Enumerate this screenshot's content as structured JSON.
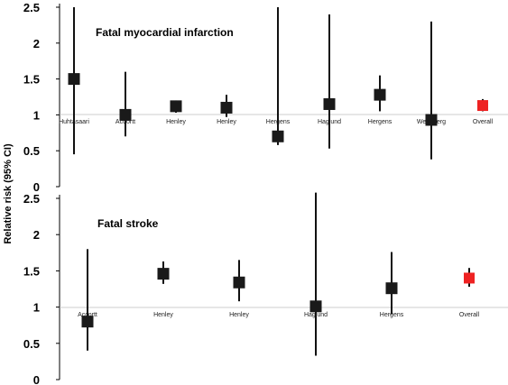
{
  "chart_data": {
    "type": "forest",
    "ylabel": "Relative risk (95% CI)",
    "colors": {
      "study": "#1a1a1a",
      "overall": "#ee2222"
    },
    "panels": [
      {
        "title": "Fatal myocardial infarction",
        "ylim": [
          0,
          2.5
        ],
        "yticks": [
          "0",
          "0.5",
          "1",
          "1.5",
          "2",
          "2.5"
        ],
        "studies": [
          {
            "label": "Huhtasaari",
            "rr": 1.5,
            "lo": 0.45,
            "hi": 2.5,
            "overall": false
          },
          {
            "label": "Acdortt",
            "rr": 1.0,
            "lo": 0.7,
            "hi": 1.6,
            "overall": false
          },
          {
            "label": "Henley",
            "rr": 1.12,
            "lo": 1.03,
            "hi": 1.2,
            "overall": false
          },
          {
            "label": "Henley",
            "rr": 1.1,
            "lo": 0.97,
            "hi": 1.28,
            "overall": false
          },
          {
            "label": "Hergens",
            "rr": 0.7,
            "lo": 0.58,
            "hi": 2.5,
            "overall": false
          },
          {
            "label": "Haglund",
            "rr": 1.15,
            "lo": 0.53,
            "hi": 2.4,
            "overall": false
          },
          {
            "label": "Hergens",
            "rr": 1.28,
            "lo": 1.05,
            "hi": 1.55,
            "overall": false
          },
          {
            "label": "Wennberg",
            "rr": 0.93,
            "lo": 0.38,
            "hi": 2.3,
            "overall": false
          },
          {
            "label": "Overall",
            "rr": 1.13,
            "lo": 1.05,
            "hi": 1.22,
            "overall": true
          }
        ]
      },
      {
        "title": "Fatal stroke",
        "ylim": [
          0,
          2.5
        ],
        "yticks": [
          "0",
          "0.5",
          "1",
          "1.5",
          "2",
          "2.5"
        ],
        "studies": [
          {
            "label": "Accortt",
            "rr": 0.8,
            "lo": 0.4,
            "hi": 1.8,
            "overall": false
          },
          {
            "label": "Henley",
            "rr": 1.46,
            "lo": 1.32,
            "hi": 1.63,
            "overall": false
          },
          {
            "label": "Henley",
            "rr": 1.34,
            "lo": 1.08,
            "hi": 1.65,
            "overall": false
          },
          {
            "label": "Haglund",
            "rr": 1.01,
            "lo": 0.33,
            "hi": 2.58,
            "overall": false
          },
          {
            "label": "Hergens",
            "rr": 1.26,
            "lo": 0.9,
            "hi": 1.76,
            "overall": false
          },
          {
            "label": "Overall",
            "rr": 1.4,
            "lo": 1.28,
            "hi": 1.54,
            "overall": true
          }
        ]
      }
    ]
  }
}
